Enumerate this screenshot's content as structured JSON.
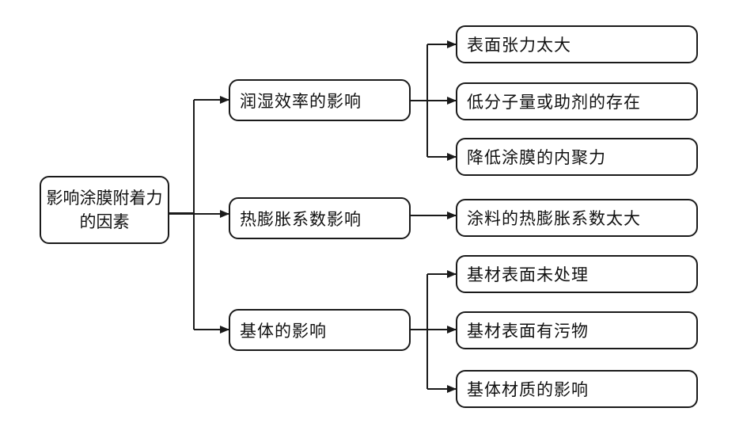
{
  "root": "影响涂膜附着力的因素",
  "categories": [
    {
      "label": "润湿效率的影响",
      "items": [
        "表面张力太大",
        "低分子量或助剂的存在",
        "降低涂膜的内聚力"
      ]
    },
    {
      "label": "热膨胀系数影响",
      "items": [
        "涂料的热膨胀系数太大"
      ]
    },
    {
      "label": "基体的影响",
      "items": [
        "基材表面未处理",
        "基材表面有污物",
        "基体材质的影响"
      ]
    }
  ]
}
